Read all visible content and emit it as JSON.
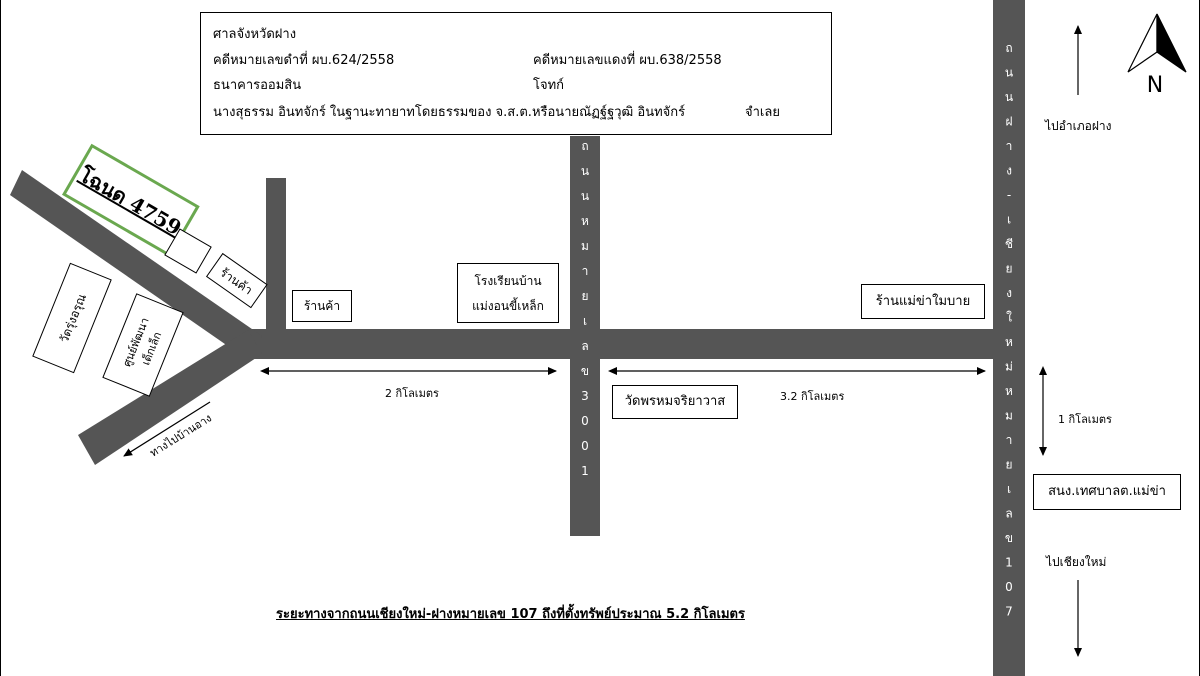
{
  "header": {
    "court": "ศาลจังหวัดฝาง",
    "black_case": "คดีหมายเลขดำที่ ผบ.624/2558",
    "red_case": "คดีหมายเลขแดงที่ ผบ.638/2558",
    "plaintiff": "ธนาคารออมสิน",
    "plaintiff_role": "โจทก์",
    "defendant": "นางสุธรรม  อินทจักร์ ในฐานะทายาทโดยธรรมของ จ.ส.ต.หรือนายณัฏฐ์ฐวุฒิ  อินทจักร์",
    "defendant_role": "จำเลย"
  },
  "roads": {
    "main_vertical": [
      "ถ",
      "น",
      "น",
      "ฝ",
      "า",
      "ง",
      "-",
      "เ",
      "ชี",
      "ย",
      "ง",
      "ใ",
      "ห",
      "ม่",
      "ห",
      "ม",
      "า",
      "ย",
      "เ",
      "ล",
      "ข",
      "1",
      "0",
      "7"
    ],
    "route_3001": [
      "ถ",
      "น",
      "น",
      "ห",
      "ม",
      "า",
      "ย",
      "เ",
      "ล",
      "ข",
      "3",
      "0",
      "0",
      "1"
    ]
  },
  "places": {
    "title_deed": "โฉนด 4759",
    "shop_left": "ร้านค้า",
    "shop_mid": "ร้านค้า",
    "school_line1": "โรงเรียนบ้าน",
    "school_line2": "แม่งอนขี้เหล็ก",
    "mae_kha_shop": "ร้านแม่ข่าใมบาย",
    "temple_rung": "วัดรุ่งอรุณ",
    "child_center_line1": "ศูนย์พัฒนา",
    "child_center_line2": "เด็กเล็ก",
    "temple_phrom": "วัดพรหมจริยาวาส",
    "municipal_office": "สนง.เทศบาลต.แม่ข่า"
  },
  "distances": {
    "d1": "2 กิโลเมตร",
    "d2": "3.2 กิโลเมตร",
    "d3": "1 กิโลเมตร"
  },
  "directions": {
    "to_fang": "ไปอำเภอฝาง",
    "to_chiangmai": "ไปเชียงใหม่",
    "to_ban_ang": "ทางไปบ้านอาง",
    "north": "N"
  },
  "caption": "ระยะทางจากถนนเชียงใหม่-ฝางหมายเลข 107 ถึงที่ตั้งทรัพย์ประมาณ  5.2 กิโลเมตร",
  "colors": {
    "road": "#555555",
    "deed_border": "#6aa84f",
    "text": "#000000"
  }
}
